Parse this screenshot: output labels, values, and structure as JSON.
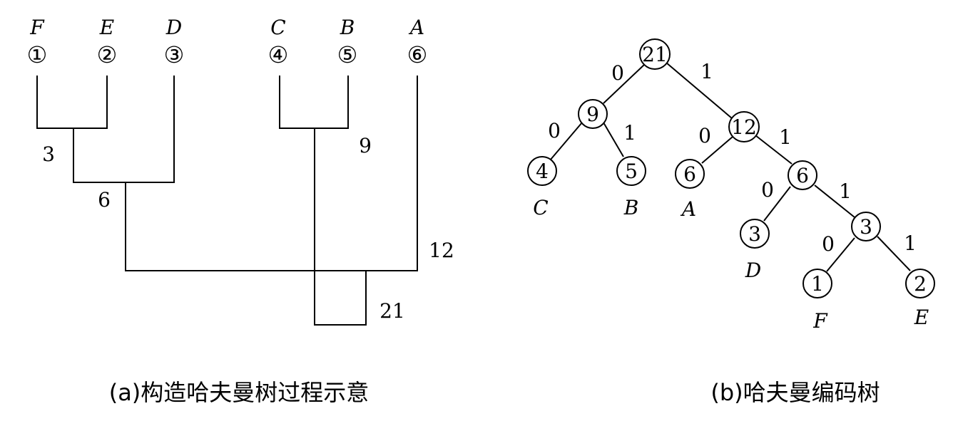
{
  "panel_a": {
    "caption": "(a)构造哈夫曼树过程示意",
    "leaves": [
      {
        "letter": "F",
        "num": "①"
      },
      {
        "letter": "E",
        "num": "②"
      },
      {
        "letter": "D",
        "num": "③"
      },
      {
        "letter": "C",
        "num": "④"
      },
      {
        "letter": "B",
        "num": "⑤"
      },
      {
        "letter": "A",
        "num": "⑥"
      }
    ],
    "merge_labels": [
      "3",
      "6",
      "9",
      "12",
      "21"
    ]
  },
  "panel_b": {
    "caption": "(b)哈夫曼编码树",
    "nodes": [
      {
        "id": "n21",
        "value": "21",
        "letter": ""
      },
      {
        "id": "n9",
        "value": "9",
        "letter": ""
      },
      {
        "id": "n12",
        "value": "12",
        "letter": ""
      },
      {
        "id": "n4",
        "value": "4",
        "letter": "C"
      },
      {
        "id": "n5",
        "value": "5",
        "letter": "B"
      },
      {
        "id": "n6a",
        "value": "6",
        "letter": "A"
      },
      {
        "id": "n6b",
        "value": "6",
        "letter": ""
      },
      {
        "id": "n3d",
        "value": "3",
        "letter": "D"
      },
      {
        "id": "n3",
        "value": "3",
        "letter": ""
      },
      {
        "id": "n1",
        "value": "1",
        "letter": "F"
      },
      {
        "id": "n2",
        "value": "2",
        "letter": "E"
      }
    ],
    "edges": [
      {
        "from": "n21",
        "to": "n9",
        "bit": "0"
      },
      {
        "from": "n21",
        "to": "n12",
        "bit": "1"
      },
      {
        "from": "n9",
        "to": "n4",
        "bit": "0"
      },
      {
        "from": "n9",
        "to": "n5",
        "bit": "1"
      },
      {
        "from": "n12",
        "to": "n6a",
        "bit": "0"
      },
      {
        "from": "n12",
        "to": "n6b",
        "bit": "1"
      },
      {
        "from": "n6b",
        "to": "n3d",
        "bit": "0"
      },
      {
        "from": "n6b",
        "to": "n3",
        "bit": "1"
      },
      {
        "from": "n3",
        "to": "n1",
        "bit": "0"
      },
      {
        "from": "n3",
        "to": "n2",
        "bit": "1"
      }
    ]
  }
}
